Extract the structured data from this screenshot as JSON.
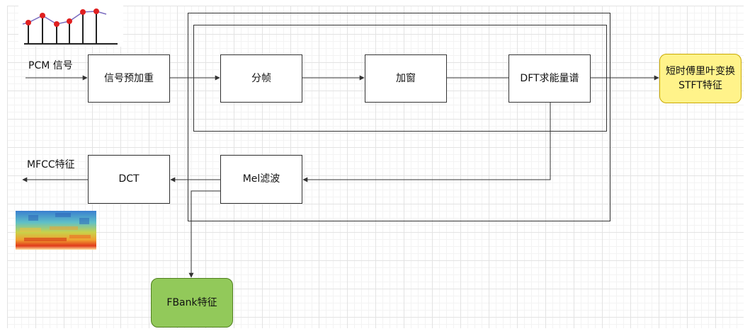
{
  "input_label": "PCM 信号",
  "output_mfcc_label": "MFCC特征",
  "nodes": {
    "preemphasis": "信号预加重",
    "framing": "分帧",
    "windowing": "加窗",
    "dft": "DFT求能量谱",
    "stft": {
      "line1": "短时傅里叶变换",
      "line2": "STFT特征"
    },
    "mel": "Mel滤波",
    "dct": "DCT",
    "fbank": "FBank特征"
  },
  "colors": {
    "stft_fill": "#fff38a",
    "stft_border": "#c9a800",
    "fbank_fill": "#92c95a",
    "fbank_border": "#4f7f1e"
  },
  "icons": [
    "signal-waveform-icon",
    "spectrogram-icon"
  ]
}
